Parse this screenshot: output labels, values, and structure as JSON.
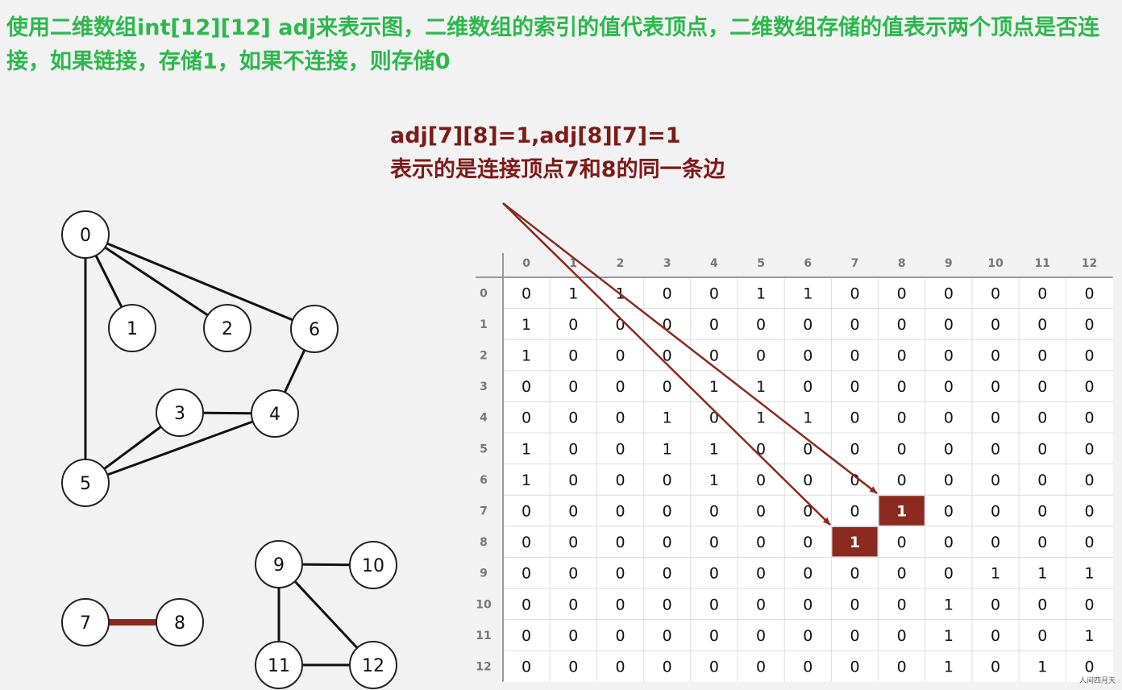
{
  "heading": "使用二维数组int[12][12] adj来表示图，二维数组的索引的值代表顶点，二维数组存储的值表示两个顶点是否连接，如果链接，存储1，如果不连接，则存储0",
  "annotation": {
    "line1": "adj[7][8]=1,adj[8][7]=1",
    "line2": "表示的是连接顶点7和8的同一条边"
  },
  "colors": {
    "heading": "#2db84d",
    "annotation": "#7d1a1a",
    "highlight_cell": "#8b2a1f",
    "highlight_edge": "#8b2a1f",
    "arrow": "#8b2a1f"
  },
  "graph": {
    "nodes": [
      "0",
      "1",
      "2",
      "3",
      "4",
      "5",
      "6",
      "7",
      "8",
      "9",
      "10",
      "11",
      "12"
    ],
    "edges": [
      [
        "0",
        "1"
      ],
      [
        "0",
        "2"
      ],
      [
        "0",
        "6"
      ],
      [
        "0",
        "5"
      ],
      [
        "6",
        "4"
      ],
      [
        "3",
        "4"
      ],
      [
        "3",
        "5"
      ],
      [
        "4",
        "5"
      ],
      [
        "7",
        "8"
      ],
      [
        "9",
        "10"
      ],
      [
        "9",
        "11"
      ],
      [
        "9",
        "12"
      ],
      [
        "11",
        "12"
      ]
    ],
    "highlighted_edge": [
      "7",
      "8"
    ]
  },
  "matrix": {
    "col_labels": [
      "0",
      "1",
      "2",
      "3",
      "4",
      "5",
      "6",
      "7",
      "8",
      "9",
      "10",
      "11",
      "12"
    ],
    "row_labels": [
      "0",
      "1",
      "2",
      "3",
      "4",
      "5",
      "6",
      "7",
      "8",
      "9",
      "10",
      "11",
      "12"
    ],
    "rows": [
      [
        0,
        1,
        1,
        0,
        0,
        1,
        1,
        0,
        0,
        0,
        0,
        0,
        0
      ],
      [
        1,
        0,
        0,
        0,
        0,
        0,
        0,
        0,
        0,
        0,
        0,
        0,
        0
      ],
      [
        1,
        0,
        0,
        0,
        0,
        0,
        0,
        0,
        0,
        0,
        0,
        0,
        0
      ],
      [
        0,
        0,
        0,
        0,
        1,
        1,
        0,
        0,
        0,
        0,
        0,
        0,
        0
      ],
      [
        0,
        0,
        0,
        1,
        0,
        1,
        1,
        0,
        0,
        0,
        0,
        0,
        0
      ],
      [
        1,
        0,
        0,
        1,
        1,
        0,
        0,
        0,
        0,
        0,
        0,
        0,
        0
      ],
      [
        1,
        0,
        0,
        0,
        1,
        0,
        0,
        0,
        0,
        0,
        0,
        0,
        0
      ],
      [
        0,
        0,
        0,
        0,
        0,
        0,
        0,
        0,
        1,
        0,
        0,
        0,
        0
      ],
      [
        0,
        0,
        0,
        0,
        0,
        0,
        0,
        1,
        0,
        0,
        0,
        0,
        0
      ],
      [
        0,
        0,
        0,
        0,
        0,
        0,
        0,
        0,
        0,
        0,
        1,
        1,
        1
      ],
      [
        0,
        0,
        0,
        0,
        0,
        0,
        0,
        0,
        0,
        1,
        0,
        0,
        0
      ],
      [
        0,
        0,
        0,
        0,
        0,
        0,
        0,
        0,
        0,
        1,
        0,
        0,
        1
      ],
      [
        0,
        0,
        0,
        0,
        0,
        0,
        0,
        0,
        0,
        1,
        0,
        1,
        0
      ]
    ],
    "highlighted_cells": [
      [
        7,
        8
      ],
      [
        8,
        7
      ]
    ]
  },
  "watermark": "人间四月天"
}
